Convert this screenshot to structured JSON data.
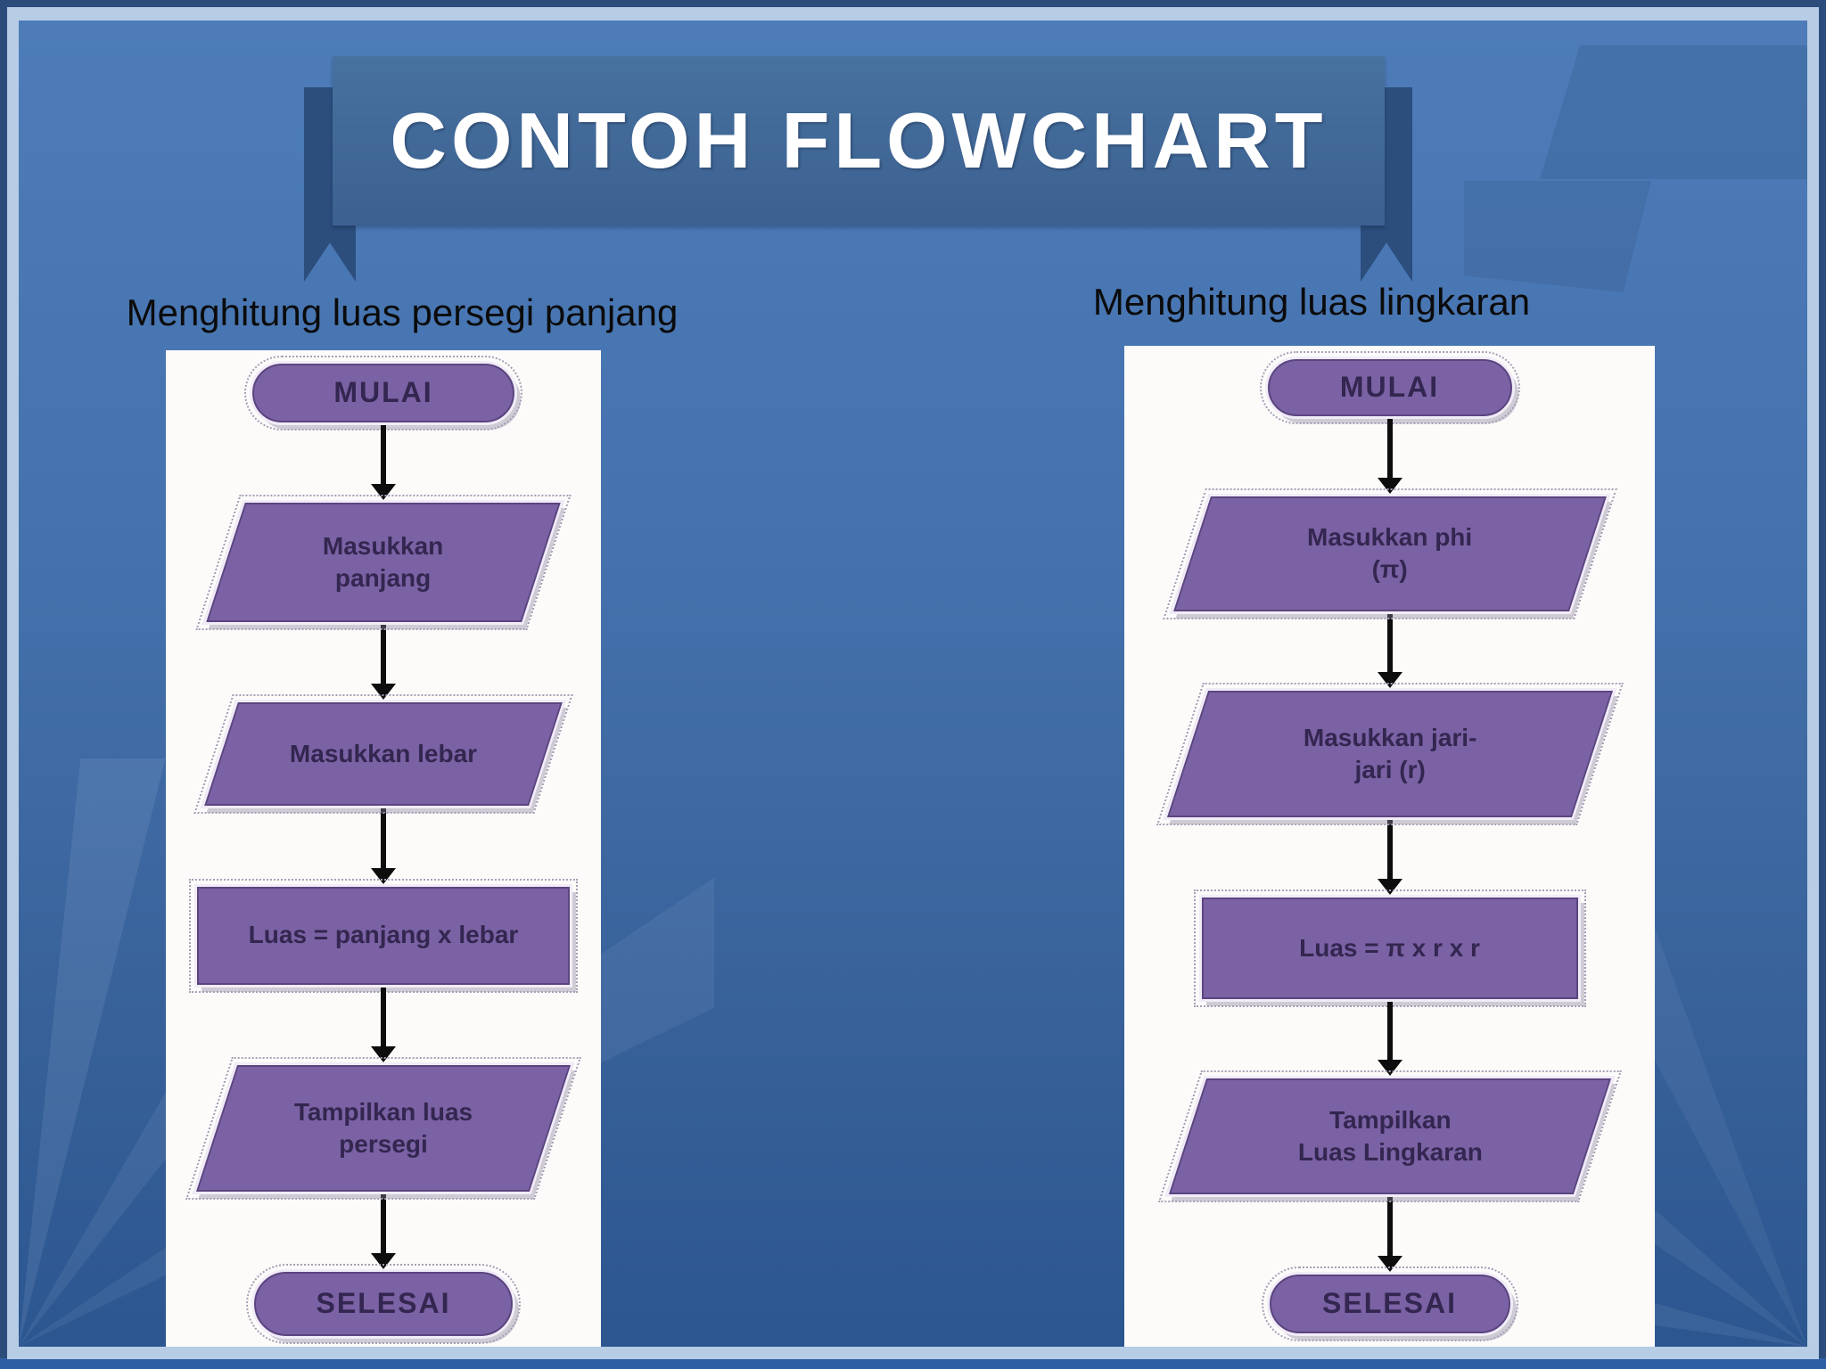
{
  "slide": {
    "title": "CONTOH FLOWCHART"
  },
  "colors": {
    "shape_fill_purple": "#7b62a4",
    "shape_text_purple": "#332650",
    "banner_blue": "#3c6191",
    "ribbon_tail_blue": "#2c4e7d",
    "frame_outer_navy": "#2c4d7c",
    "frame_inner_light": "#b7cce5",
    "background_top": "#4d7cb9",
    "background_bottom": "#2c5690",
    "panel_white": "#fcfbfa",
    "arrow_black": "#0d0d0d",
    "subtitle_text": "#0b0b0b",
    "title_text": "#ffffff"
  },
  "flowcharts": [
    {
      "subtitle": "Menghitung luas persegi panjang",
      "steps": [
        {
          "shape": "terminator",
          "lines": [
            "MULAI"
          ]
        },
        {
          "shape": "parallelogram",
          "lines": [
            "Masukkan",
            "panjang"
          ]
        },
        {
          "shape": "parallelogram",
          "lines": [
            "Masukkan lebar"
          ]
        },
        {
          "shape": "process",
          "lines": [
            "Luas = panjang x lebar"
          ]
        },
        {
          "shape": "parallelogram",
          "lines": [
            "Tampilkan luas",
            "persegi"
          ]
        },
        {
          "shape": "terminator",
          "lines": [
            "SELESAI"
          ]
        }
      ]
    },
    {
      "subtitle": "Menghitung luas lingkaran",
      "steps": [
        {
          "shape": "terminator",
          "lines": [
            "MULAI"
          ]
        },
        {
          "shape": "parallelogram",
          "lines": [
            "Masukkan phi",
            "(π)"
          ]
        },
        {
          "shape": "parallelogram",
          "lines": [
            "Masukkan jari-",
            "jari (r)"
          ]
        },
        {
          "shape": "process",
          "lines": [
            "Luas = π x r x r"
          ]
        },
        {
          "shape": "parallelogram",
          "lines": [
            "Tampilkan",
            "Luas Lingkaran"
          ]
        },
        {
          "shape": "terminator",
          "lines": [
            "SELESAI"
          ]
        }
      ]
    }
  ]
}
